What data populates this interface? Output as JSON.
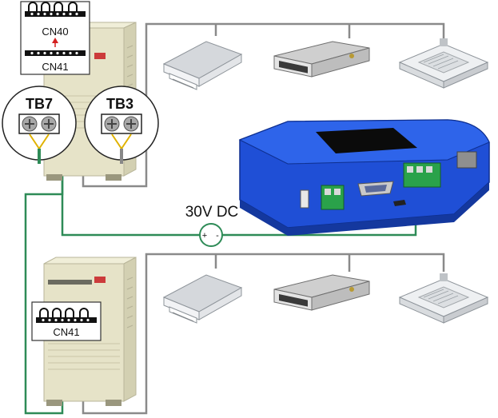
{
  "connectors": {
    "cn40": "CN40",
    "cn41_top": "CN41",
    "cn41_bottom": "CN41"
  },
  "terminals": {
    "tb7": "TB7",
    "tb3": "TB3"
  },
  "power_label": "30V DC",
  "colors": {
    "bus_green": "#2e8b57",
    "wire_gray": "#8a8a8a",
    "controller_blue": "#1f4fd6",
    "unit_beige": "#e6e3c8",
    "terminal_green": "#2aa24a"
  }
}
